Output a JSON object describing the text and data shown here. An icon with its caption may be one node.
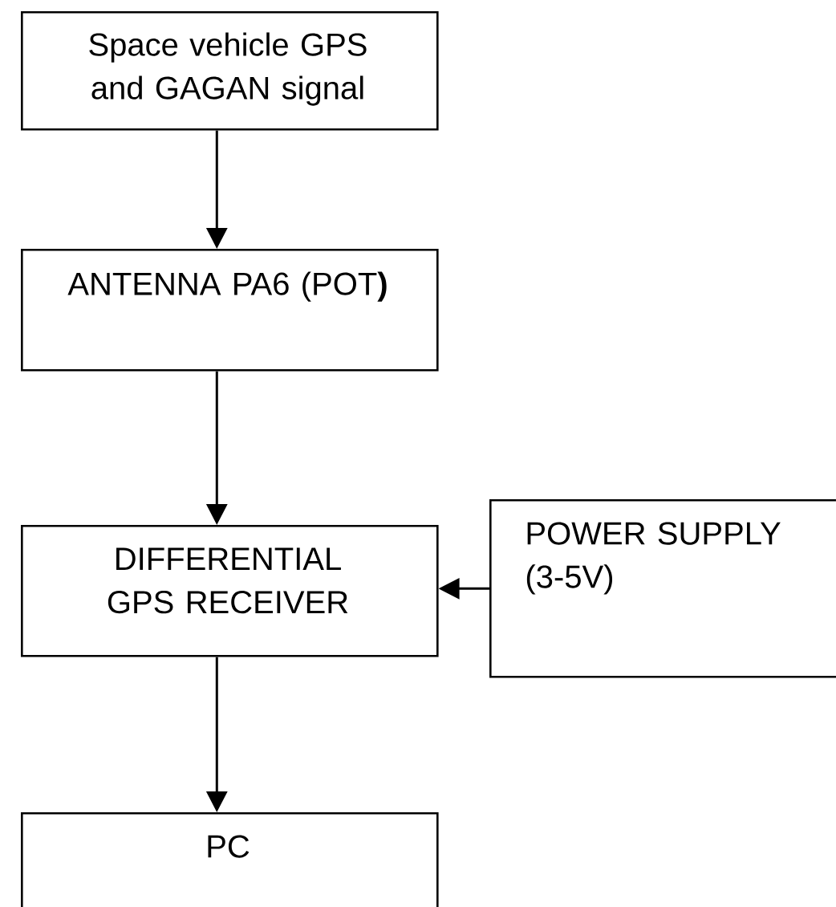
{
  "diagram": {
    "nodes": [
      {
        "text": [
          "Space vehicle GPS and GAGAN signal"
        ]
      },
      {
        "text": [
          "ANTENNA PA6 (POT**)**"
        ]
      },
      {
        "text": [
          "DIFFERENTIAL GPS RECEIVER"
        ]
      },
      {
        "text": [
          "POWER SUPPLY (3-5V)"
        ]
      },
      {
        "text": [
          "PC"
        ]
      }
    ],
    "edges": [
      {
        "from": 0,
        "to": 1,
        "arrow": "to"
      },
      {
        "from": 1,
        "to": 2,
        "arrow": "to"
      },
      {
        "from": 3,
        "to": 2,
        "arrow": "to"
      },
      {
        "from": 2,
        "to": 4,
        "arrow": "to"
      }
    ]
  }
}
